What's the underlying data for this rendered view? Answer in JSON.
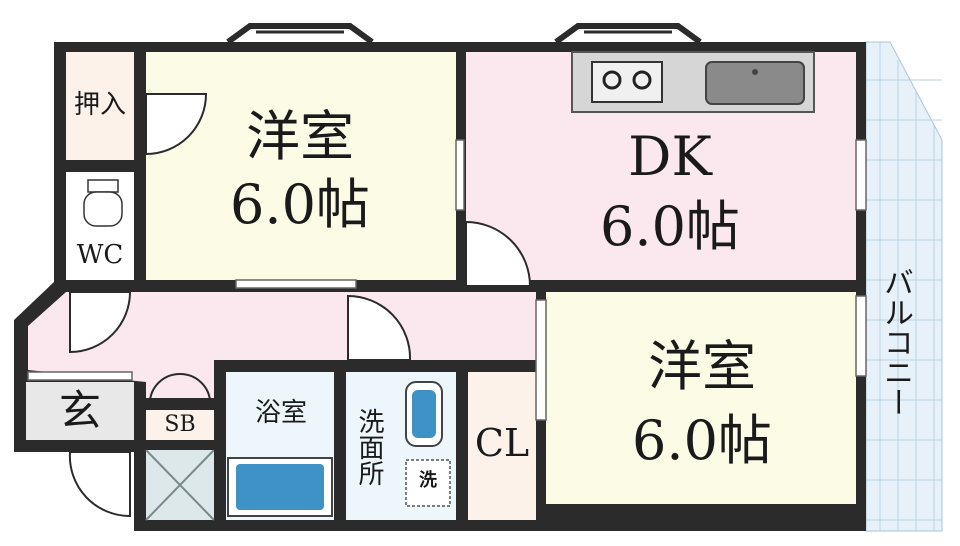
{
  "rooms": {
    "western_1": {
      "name": "洋室",
      "size": "6.0帖"
    },
    "dk": {
      "name": "DK",
      "size": "6.0帖"
    },
    "western_2": {
      "name": "洋室",
      "size": "6.0帖"
    },
    "closet_top": "押入",
    "wc": "WC",
    "entrance": "玄",
    "shoebox": "SB",
    "bath": "浴室",
    "washroom": "洗面所",
    "washer": "洗",
    "closet": "CL",
    "balcony": "バルコニー"
  },
  "colors": {
    "wall": "#2b2b2b",
    "western_floor": "#fbfbe6",
    "dk_floor": "#fbe8ef",
    "corridor_floor": "#fbe8ef",
    "closet_floor": "#fdf2ea",
    "bath_floor": "#edf6fb",
    "entrance_floor": "#e8e8e8",
    "balcony_tile": "#e6f1f9",
    "bathtub": "#3e92c6"
  }
}
